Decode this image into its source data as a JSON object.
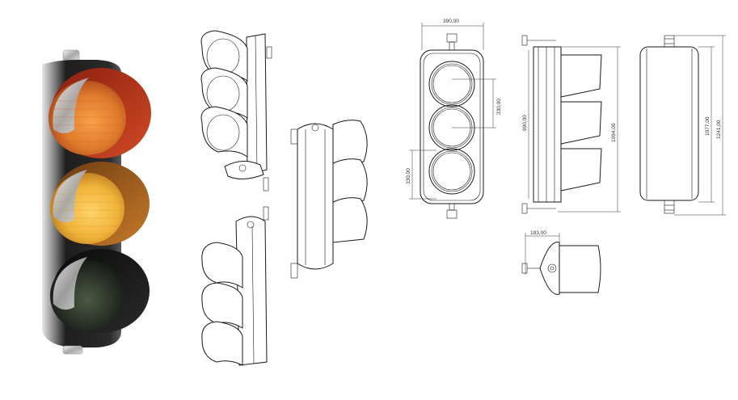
{
  "drawing": {
    "front": {
      "width_label": "390,00",
      "lens_spacing_label": "330,00",
      "lens_spacing_lower_label": "330,00"
    },
    "side": {
      "body_height_label": "990,00",
      "overall_height_label": "1094,00"
    },
    "back": {
      "body_height_label": "1077,00",
      "overall_height_label": "1241,00"
    },
    "top": {
      "depth_label": "183,00"
    }
  },
  "colors": {
    "housing": "#2a2a2a",
    "red_lens": "#e07a2c",
    "yellow_lens": "#f0b43a",
    "green_lens": "#2c3a2a",
    "linework": "#1a1a1a"
  }
}
